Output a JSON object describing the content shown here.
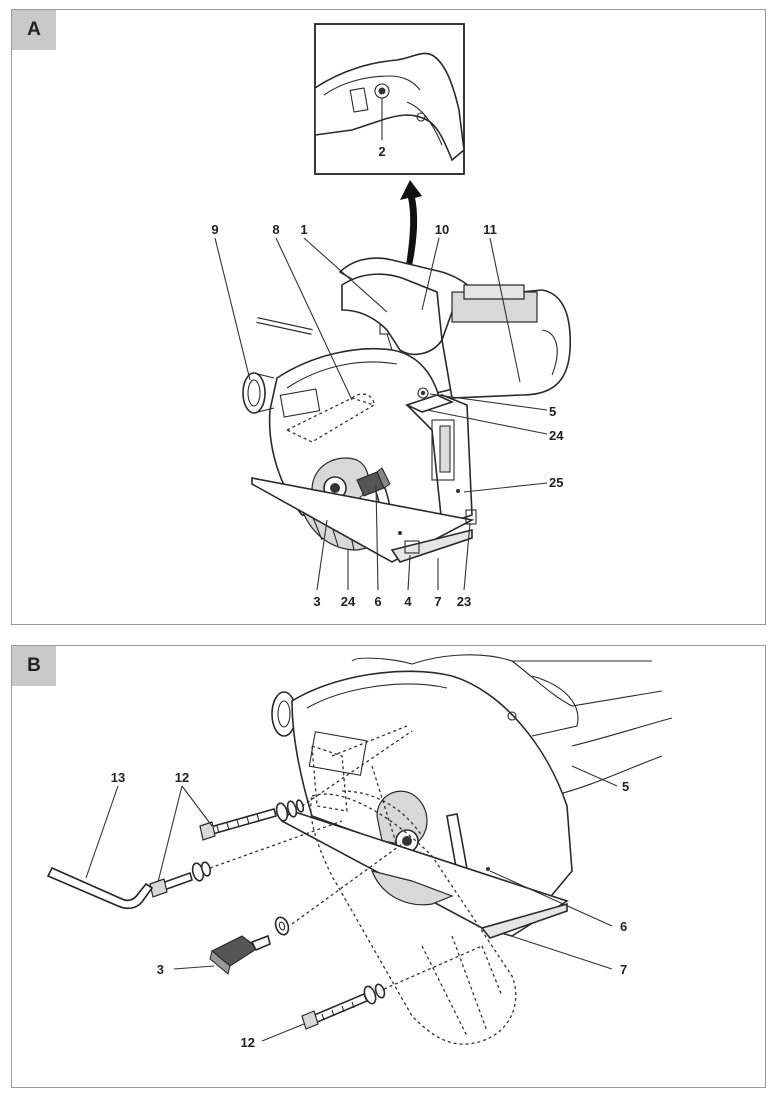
{
  "panels": [
    {
      "tag": "A",
      "labels": {
        "l2": "2",
        "l9": "9",
        "l8": "8",
        "l1": "1",
        "l10": "10",
        "l11": "11",
        "l5": "5",
        "l24r": "24",
        "l25": "25",
        "l3": "3",
        "l24b": "24",
        "l6": "6",
        "l4": "4",
        "l7": "7",
        "l23": "23"
      }
    },
    {
      "tag": "B",
      "labels": {
        "l13": "13",
        "l12t": "12",
        "l5": "5",
        "l6": "6",
        "l3": "3",
        "l7": "7",
        "l12b": "12"
      }
    }
  ]
}
